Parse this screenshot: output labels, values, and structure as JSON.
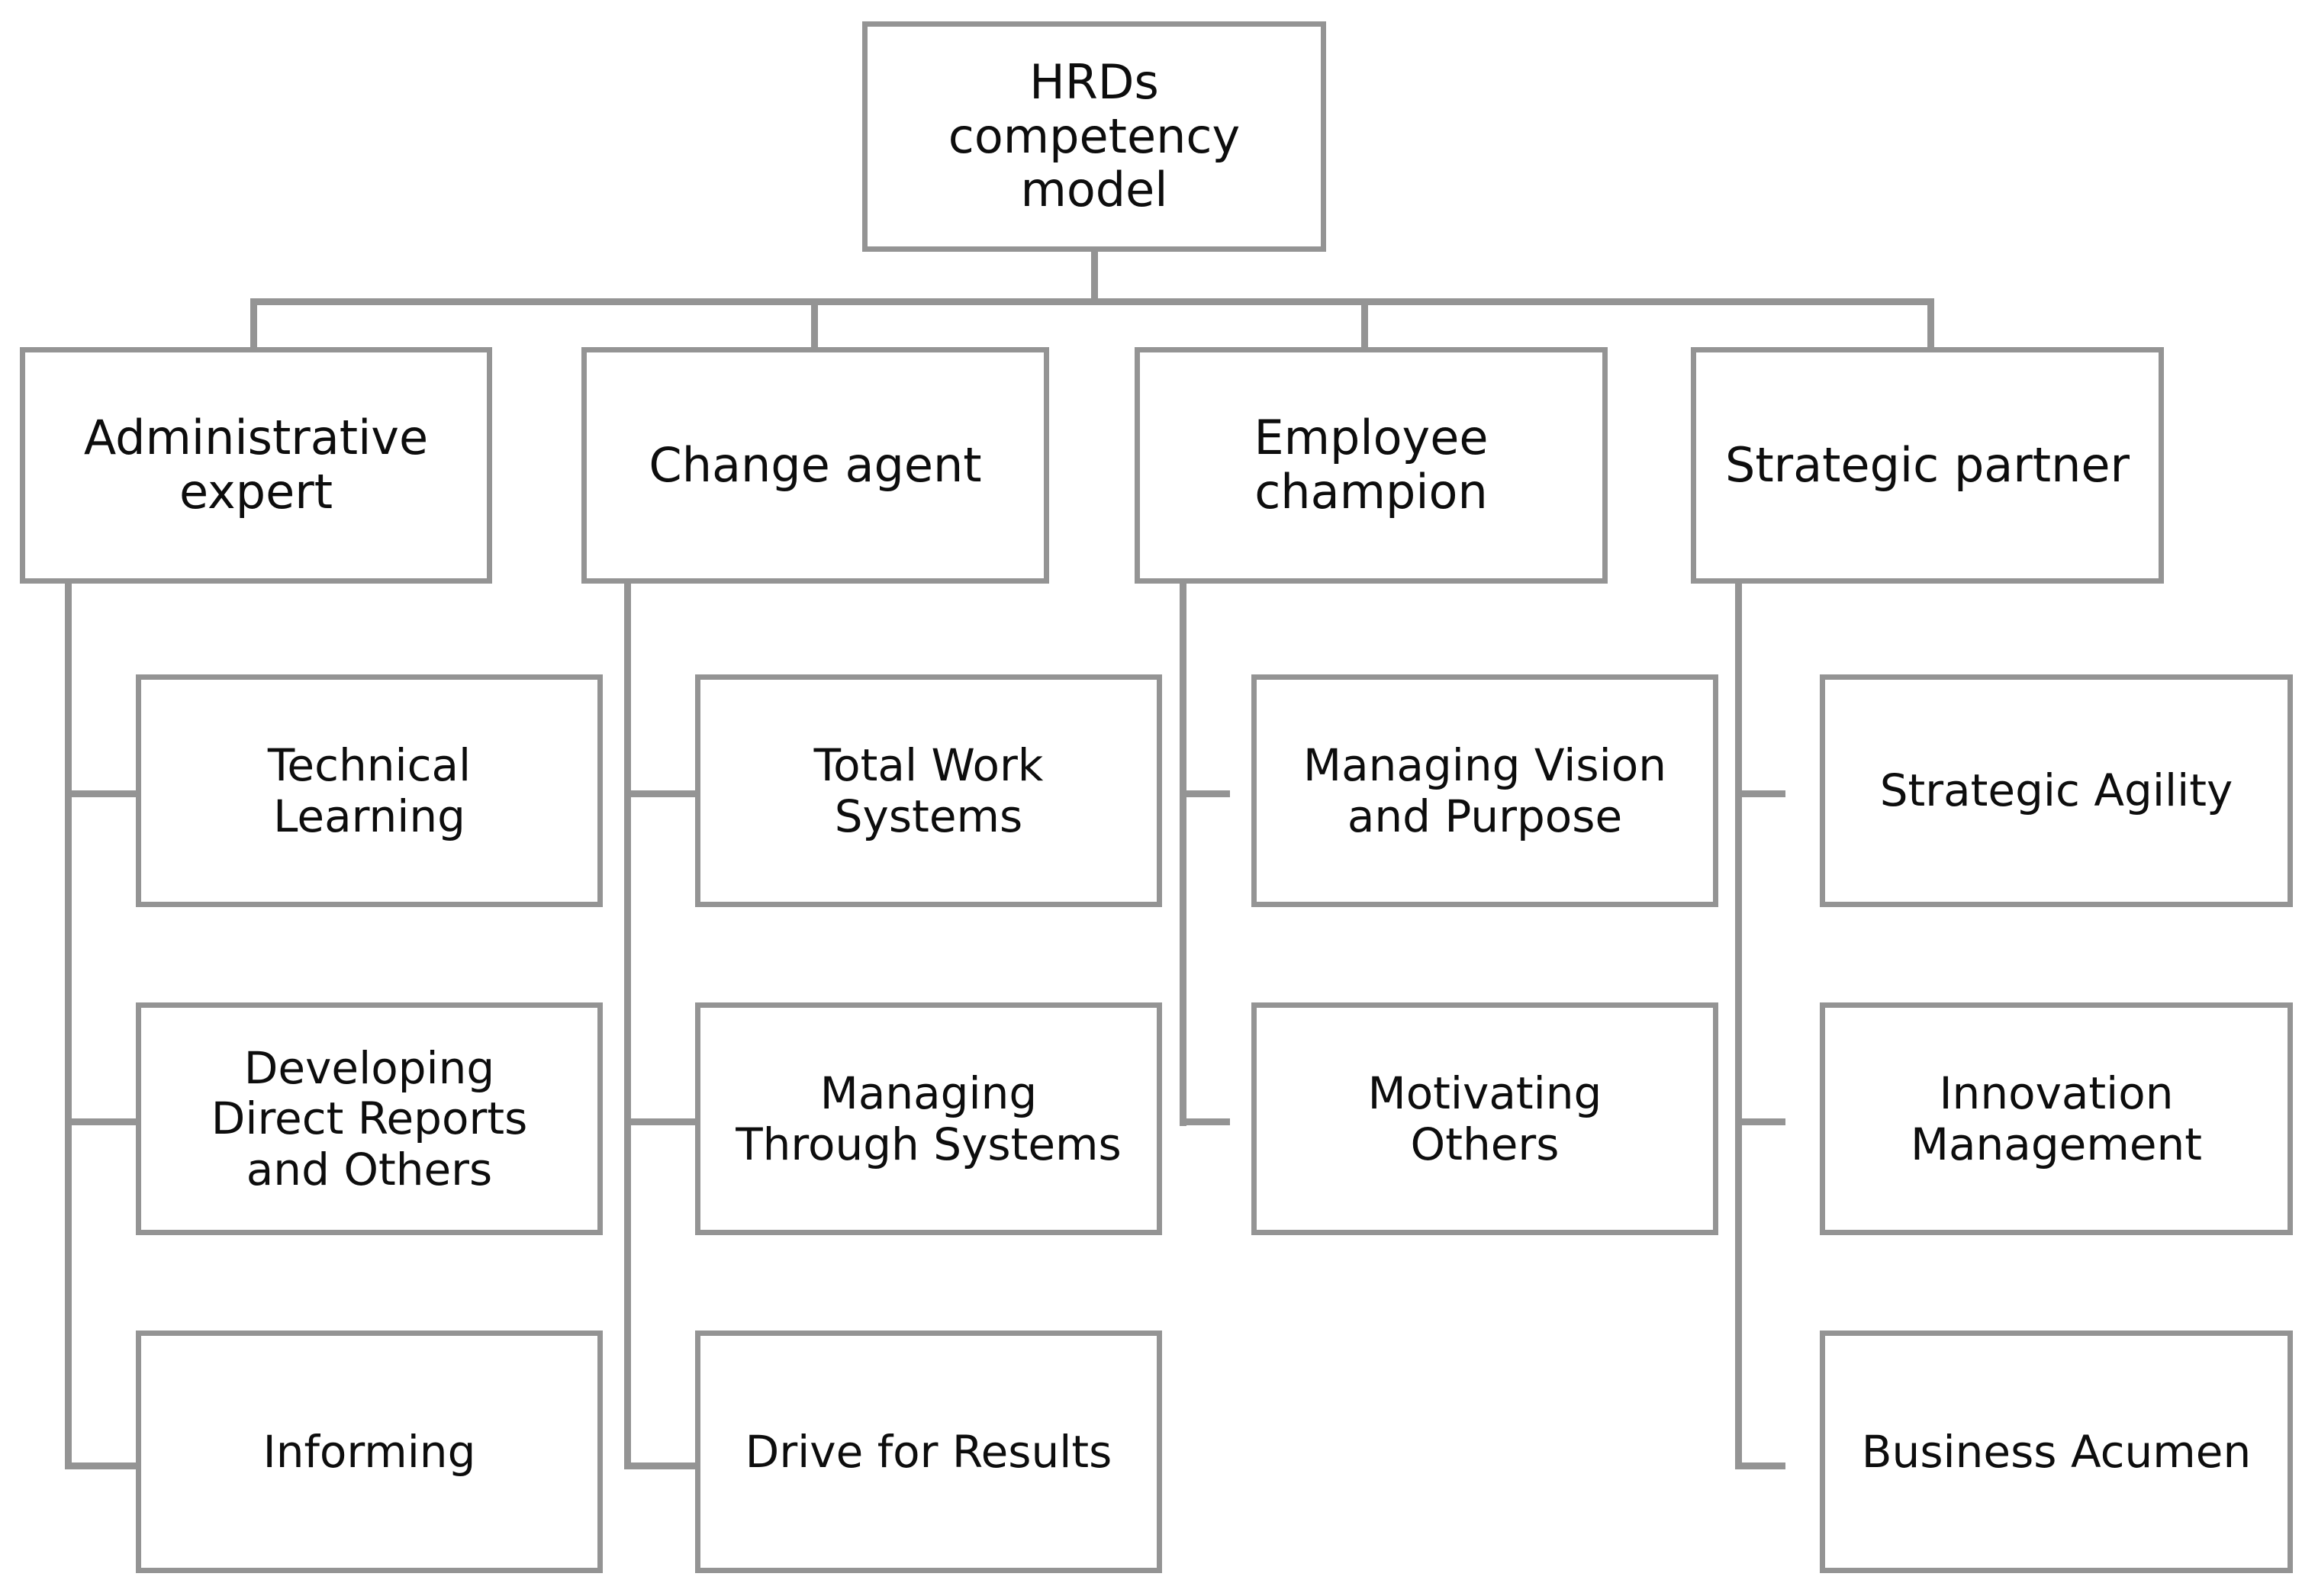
{
  "diagram": {
    "title": "HRDs competency model",
    "type": "hierarchy-tree",
    "orientation": "top-down",
    "colors": {
      "box_border": "#949494",
      "connector": "#949494",
      "box_fill": "#ffffff",
      "text": "#0d0d0d",
      "background": "#ffffff"
    },
    "root": {
      "label": "HRDs\ncompetency\nmodel"
    },
    "branches": [
      {
        "label": "Administrative\nexpert",
        "children": [
          {
            "label": "Technical\nLearning"
          },
          {
            "label": "Developing\nDirect Reports\nand Others"
          },
          {
            "label": "Informing"
          }
        ]
      },
      {
        "label": "Change agent",
        "children": [
          {
            "label": "Total Work\nSystems"
          },
          {
            "label": "Managing\nThrough Systems"
          },
          {
            "label": "Drive for Results"
          }
        ]
      },
      {
        "label": "Employee\nchampion",
        "children": [
          {
            "label": "Managing Vision\nand Purpose"
          },
          {
            "label": "Motivating\nOthers"
          }
        ]
      },
      {
        "label": "Strategic partner",
        "children": [
          {
            "label": "Strategic Agility"
          },
          {
            "label": "Innovation\nManagement"
          },
          {
            "label": "Business Acumen"
          }
        ]
      }
    ]
  }
}
